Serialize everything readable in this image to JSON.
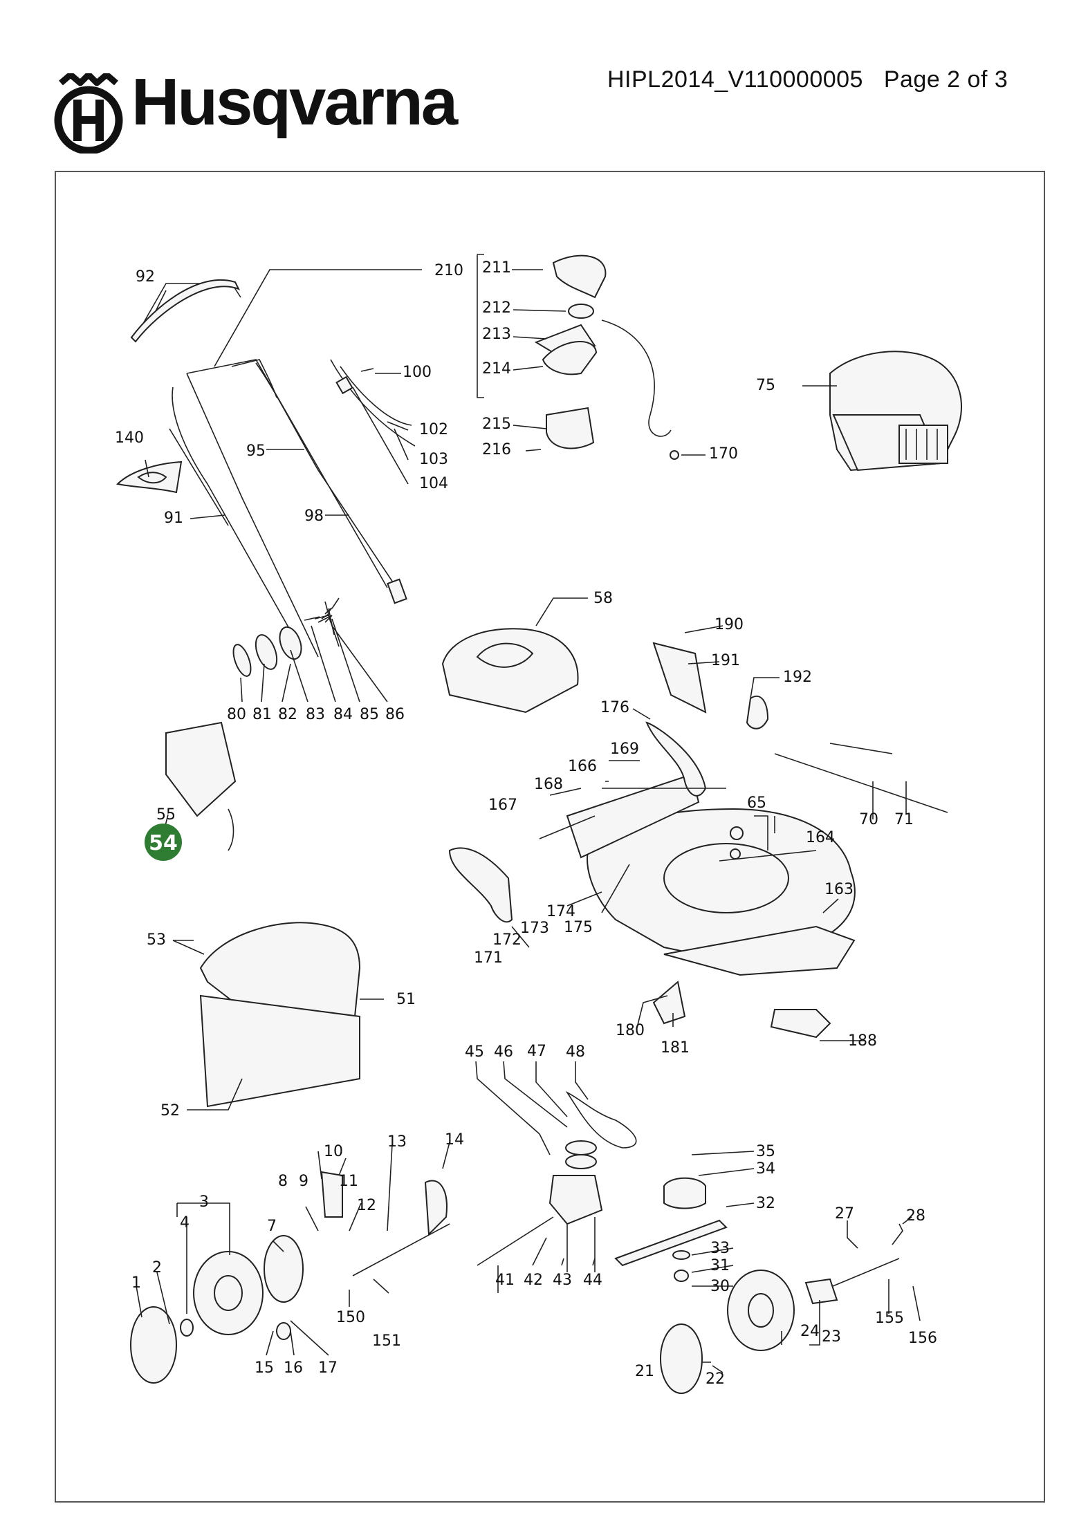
{
  "header": {
    "brand": "Husqvarna",
    "document_ref": "HIPL2014_V110000005",
    "page": "Page 2 of 3"
  },
  "colors": {
    "highlight": "#2e7d32",
    "ink": "#111111"
  },
  "highlighted_part": "54",
  "labels": {
    "p1": "1",
    "p2": "2",
    "p3": "3",
    "p4": "4",
    "p7": "7",
    "p8": "8",
    "p9": "9",
    "p10": "10",
    "p11": "11",
    "p12": "12",
    "p13": "13",
    "p14": "14",
    "p15": "15",
    "p16": "16",
    "p17": "17",
    "p21": "21",
    "p22": "22",
    "p23": "23",
    "p24": "24",
    "p27": "27",
    "p28": "28",
    "p30": "30",
    "p31": "31",
    "p32": "32",
    "p33": "33",
    "p34": "34",
    "p35": "35",
    "p41": "41",
    "p42": "42",
    "p43": "43",
    "p44": "44",
    "p45": "45",
    "p46": "46",
    "p47": "47",
    "p48": "48",
    "p51": "51",
    "p52": "52",
    "p53": "53",
    "p55": "55",
    "p58": "58",
    "p65": "65",
    "p70": "70",
    "p71": "71",
    "p75": "75",
    "p80": "80",
    "p81": "81",
    "p82": "82",
    "p83": "83",
    "p84": "84",
    "p85": "85",
    "p86": "86",
    "p91": "91",
    "p92": "92",
    "p95": "95",
    "p98": "98",
    "p100": "100",
    "p102": "102",
    "p103": "103",
    "p104": "104",
    "p140": "140",
    "p150": "150",
    "p151": "151",
    "p155": "155",
    "p156": "156",
    "p163": "163",
    "p164": "164",
    "p166": "166",
    "p167": "167",
    "p168": "168",
    "p169": "169",
    "p170": "170",
    "p171": "171",
    "p172": "172",
    "p173": "173",
    "p174": "174",
    "p175": "175",
    "p176": "176",
    "p180": "180",
    "p181": "181",
    "p188": "188",
    "p190": "190",
    "p191": "191",
    "p192": "192",
    "p210": "210",
    "p211": "211",
    "p212": "212",
    "p213": "213",
    "p214": "214",
    "p215": "215",
    "p216": "216"
  }
}
